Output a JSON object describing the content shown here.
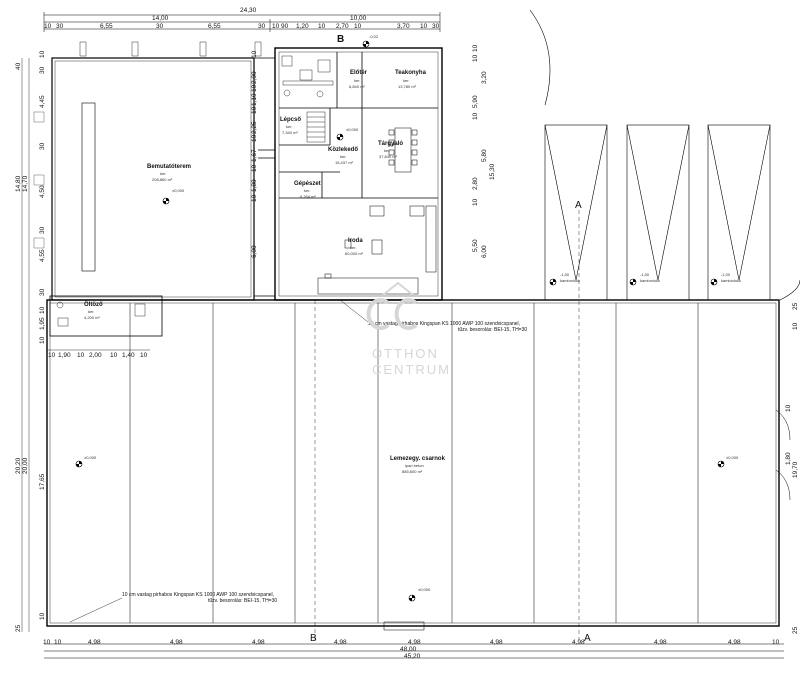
{
  "rooms": {
    "bemutatoterem": {
      "name": "Bemutatóterem",
      "floor": "ker.",
      "area": "208,860 m²",
      "level": "±0,000"
    },
    "eloter": {
      "name": "Előtér",
      "floor": "ker.",
      "area": "6,840 m²"
    },
    "teakonyha": {
      "name": "Teakonyha",
      "floor": "ker.",
      "area": "13,780 m²"
    },
    "lepcso": {
      "name": "Lépcső",
      "floor": "ker.",
      "area": "7,340 m²"
    },
    "kozlekedo": {
      "name": "Közlekedő",
      "floor": "ker.",
      "area": "15,437 m²",
      "level": "±0,000"
    },
    "targyalo": {
      "name": "Tárgyaló",
      "floor": "ker.",
      "area": "37,840 m²"
    },
    "gepeszet": {
      "name": "Gépészet",
      "floor": "ker.",
      "area": "6,264 m²"
    },
    "iroda": {
      "name": "Iroda",
      "floor": "ker.",
      "area": "60,000 m²"
    },
    "oltozo": {
      "name": "Öltöző",
      "floor": "ker.",
      "area": "4,200 m²"
    },
    "csarnok": {
      "name": "Lemezegy. csarnok",
      "floor": "ipari beton",
      "area": "885,600 m²"
    }
  },
  "levels": {
    "entrance": "-0,02",
    "hall_left": "±0,000",
    "hall_right": "±0,000",
    "hall_bottom": "±0,000",
    "ramp_1": "-1,00",
    "ramp_2": "-1,00",
    "ramp_3": "-1,00",
    "ramp_label": "kamionlokk"
  },
  "notes": {
    "panel_top_1": "10 cm vastag pirhabos Kingspan KS 1000 AWP 100 szendvicspanel,",
    "panel_top_2": "tűzv. besorolás: BEI-15, TH=30",
    "panel_bottom_1": "10 cm vastag pirhabos Kingspan KS 1000 AWP 100 szendvicspanel,",
    "panel_bottom_2": "tűzv. besorolás: BEI-15, TH=30"
  },
  "section_marks": {
    "b": "B",
    "a": "A"
  },
  "dims_top": {
    "total": "24,30",
    "left": "14,00",
    "right": "10,00",
    "row": [
      "10",
      "30",
      "6,55",
      "30",
      "6,55",
      "30",
      "10",
      "90",
      "1,20",
      "10",
      "2,70",
      "10",
      "3,70",
      "10",
      "30"
    ]
  },
  "dims_bottom": {
    "bays": [
      "10",
      "10",
      "4,98",
      "4,98",
      "4,98",
      "4,98",
      "4,98",
      "4,98",
      "4,98",
      "4,98",
      "4,98",
      "10"
    ],
    "mid": "48,00",
    "total": "45,20"
  },
  "dims_left": [
    "40",
    "10",
    "30",
    "4,45",
    "30",
    "14,80",
    "14,70",
    "4,50",
    "30",
    "4,55",
    "30",
    "10",
    "1,95",
    "10",
    "20,20",
    "20,00",
    "17,65",
    "10",
    "25"
  ],
  "dims_left_small": [
    "10",
    "1,90",
    "10",
    "2,00",
    "10",
    "1,40",
    "10"
  ],
  "dims_inner": [
    "10",
    "2,00",
    "10",
    "1,10",
    "10",
    "2,25",
    "10",
    "1,67",
    "10",
    "1,80",
    "10",
    "6,00"
  ],
  "dims_right": [
    "10",
    "10",
    "3,20",
    "5,90",
    "10",
    "5,80",
    "15,30",
    "2,80",
    "10",
    "5,50",
    "6,00",
    "25",
    "10"
  ],
  "dims_far_right": [
    "19,70",
    "1,80",
    "10",
    "25"
  ],
  "logo": {
    "line1": "OTTHON",
    "line2": "CENTRUM"
  }
}
